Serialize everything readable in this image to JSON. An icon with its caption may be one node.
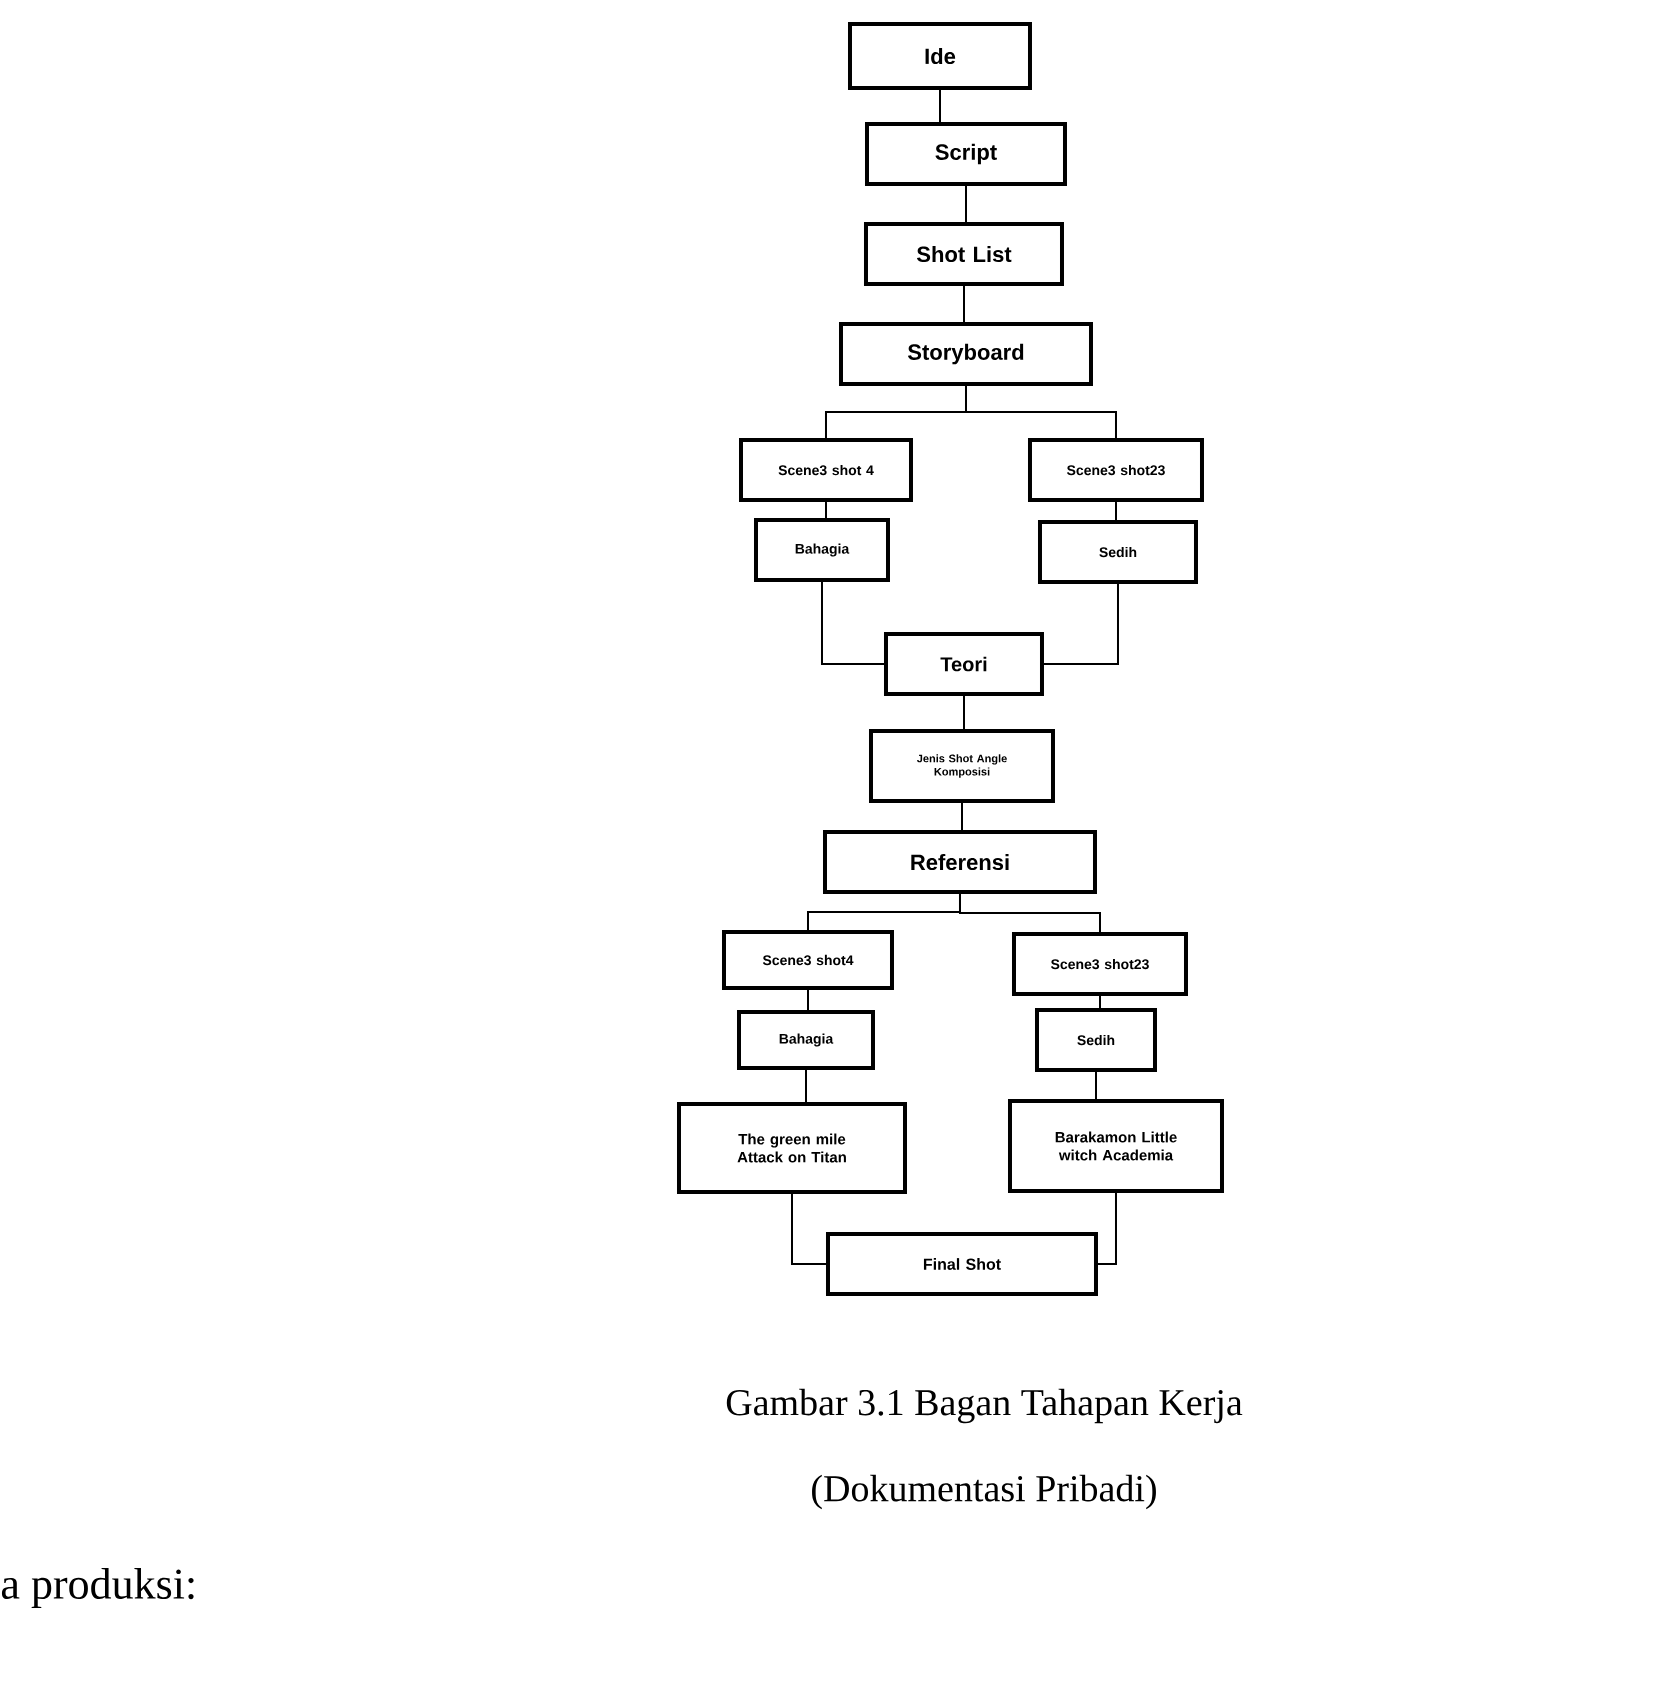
{
  "diagram": {
    "caption": "Gambar 3.1 Bagan Tahapan Kerja",
    "nodes": [
      {
        "text": [
          "Ide"
        ]
      },
      {
        "text": [
          "Script"
        ]
      },
      {
        "text": [
          "Shot List"
        ]
      },
      {
        "text": [
          "Storyboard"
        ]
      },
      {
        "text": [
          "Scene3 shot 4"
        ]
      },
      {
        "text": [
          "Scene3 shot23"
        ]
      },
      {
        "text": [
          "Bahagia"
        ]
      },
      {
        "text": [
          "Sedih"
        ]
      },
      {
        "text": [
          "Teori"
        ]
      },
      {
        "text": [
          "Jenis Shot Angle Komposisi"
        ]
      },
      {
        "text": [
          "Referensi"
        ]
      },
      {
        "text": [
          "Scene3 shot4"
        ]
      },
      {
        "text": [
          "Scene3 shot23"
        ]
      },
      {
        "text": [
          "Bahagia"
        ]
      },
      {
        "text": [
          "Sedih"
        ]
      },
      {
        "text": [
          "The green mile Attack on Titan"
        ]
      },
      {
        "text": [
          "Barakamon Little witch Academia"
        ]
      },
      {
        "text": [
          "Final Shot"
        ]
      }
    ],
    "edges": [
      {
        "from": 0,
        "to": 1,
        "arrow": "none"
      },
      {
        "from": 1,
        "to": 2,
        "arrow": "none"
      },
      {
        "from": 2,
        "to": 3,
        "arrow": "none"
      },
      {
        "from": 3,
        "to": 4,
        "arrow": "none"
      },
      {
        "from": 3,
        "to": 5,
        "arrow": "none"
      },
      {
        "from": 4,
        "to": 6,
        "arrow": "none"
      },
      {
        "from": 5,
        "to": 7,
        "arrow": "none"
      },
      {
        "from": 6,
        "to": 8,
        "arrow": "none"
      },
      {
        "from": 7,
        "to": 8,
        "arrow": "none"
      },
      {
        "from": 8,
        "to": 9,
        "arrow": "none"
      },
      {
        "from": 9,
        "to": 10,
        "arrow": "none"
      },
      {
        "from": 10,
        "to": 11,
        "arrow": "none"
      },
      {
        "from": 10,
        "to": 12,
        "arrow": "none"
      },
      {
        "from": 11,
        "to": 13,
        "arrow": "none"
      },
      {
        "from": 12,
        "to": 14,
        "arrow": "none"
      },
      {
        "from": 13,
        "to": 15,
        "arrow": "none"
      },
      {
        "from": 14,
        "to": 16,
        "arrow": "none"
      },
      {
        "from": 15,
        "to": 17,
        "arrow": "none"
      },
      {
        "from": 16,
        "to": 17,
        "arrow": "none"
      }
    ],
    "labels": [
      "(Dokumentasi Pribadi)",
      "a produksi:"
    ]
  }
}
